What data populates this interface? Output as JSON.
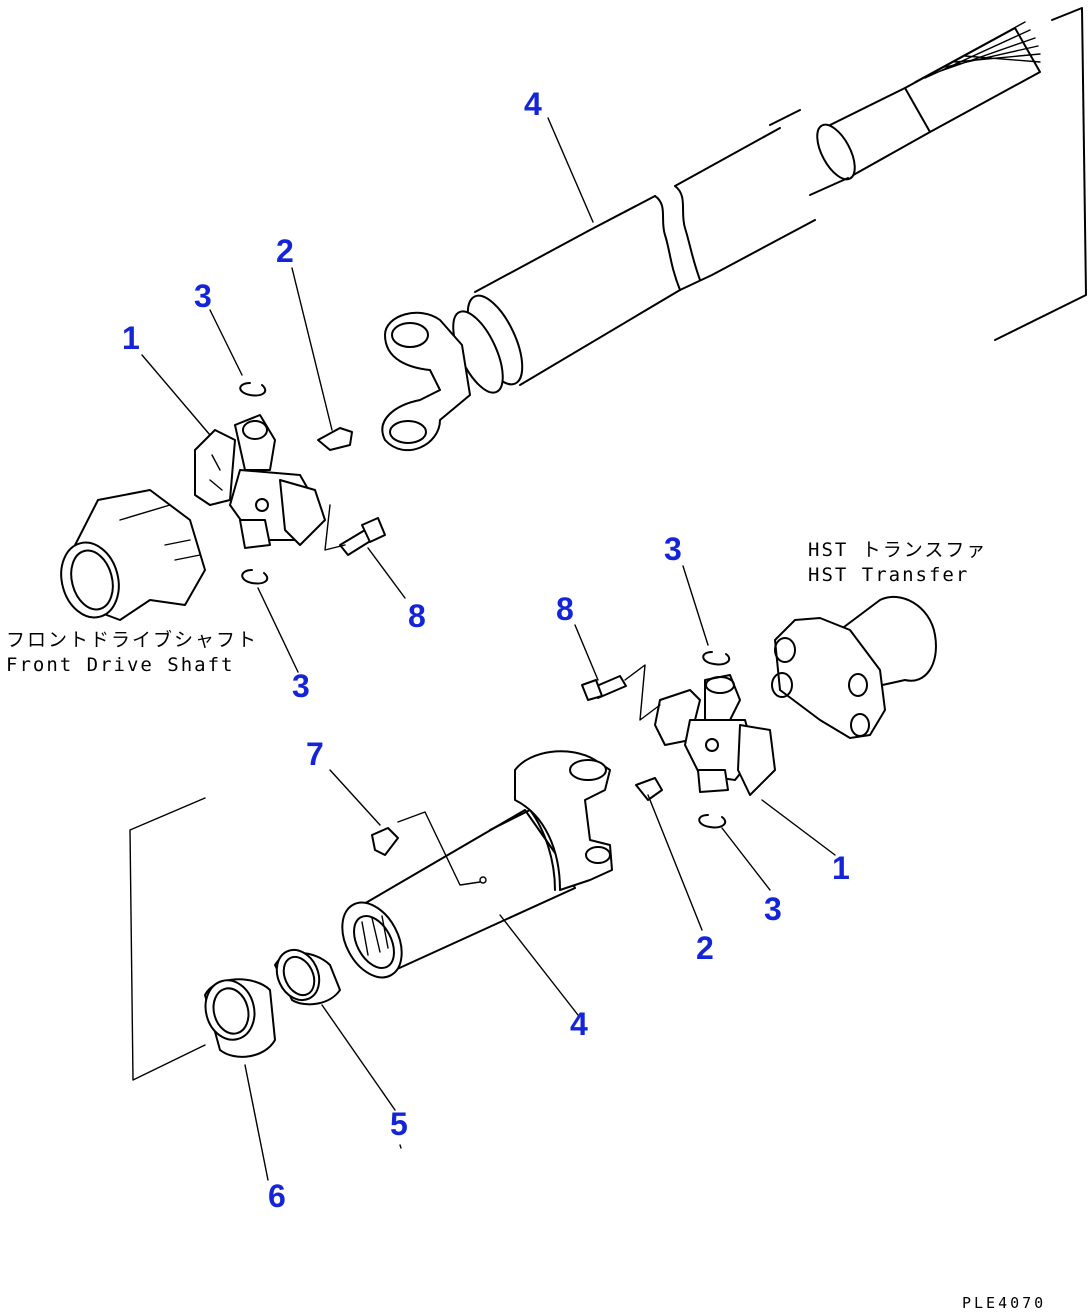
{
  "callouts": {
    "c4_top": "4",
    "c2_top": "2",
    "c3_top": "3",
    "c1_top": "1",
    "c8_left": "8",
    "c3_mid": "3",
    "c3_right_top": "3",
    "c8_right": "8",
    "c7": "7",
    "c1_right": "1",
    "c3_right_bottom": "3",
    "c2_bottom": "2",
    "c4_bottom": "4",
    "c5": "5",
    "c6": "6"
  },
  "captions": {
    "front_drive_shaft_jp": "フロントドライブシャフト",
    "front_drive_shaft_en": "Front Drive Shaft",
    "hst_transfer_jp": "HST トランスファ",
    "hst_transfer_en": "HST Transfer"
  },
  "drawing_code": "PLE4070",
  "colors": {
    "callout": "#1424d8",
    "linework": "#000000",
    "background": "#ffffff"
  }
}
